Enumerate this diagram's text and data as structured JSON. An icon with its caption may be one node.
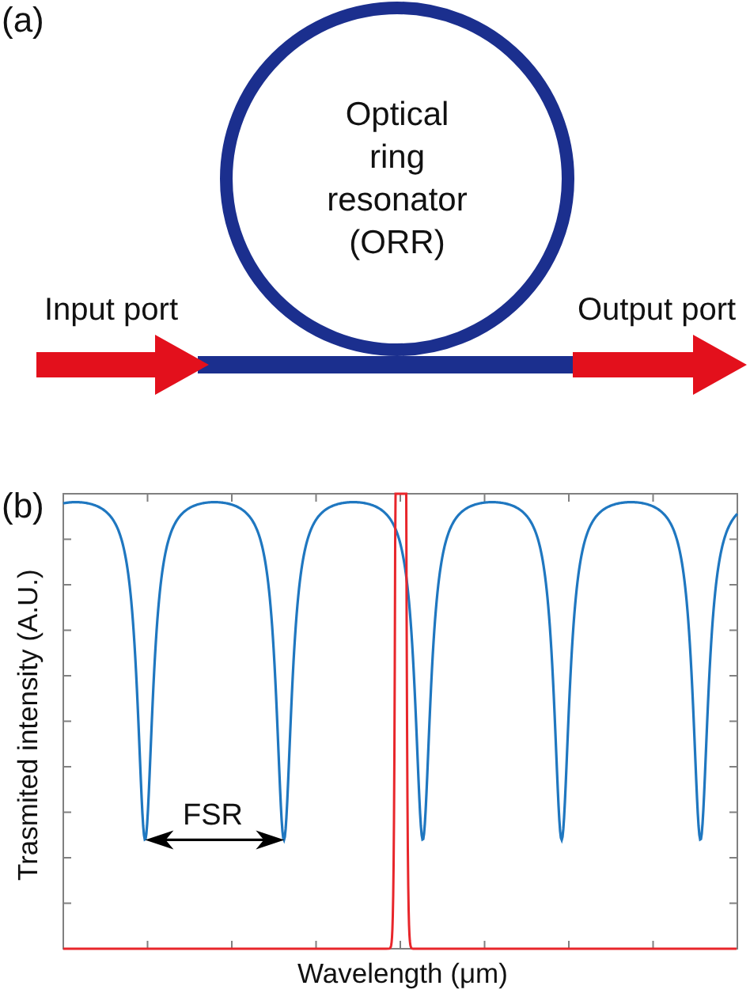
{
  "diagram": {
    "nodes": [
      {
        "text": [
          "Optical ring resonator (ORR)"
        ]
      }
    ],
    "labels": [
      "(a)",
      "Input port",
      "Output port",
      "(b)",
      "Trasmited intensity (A.U.)",
      "FSR",
      "Wavelength (μm)"
    ]
  }
}
